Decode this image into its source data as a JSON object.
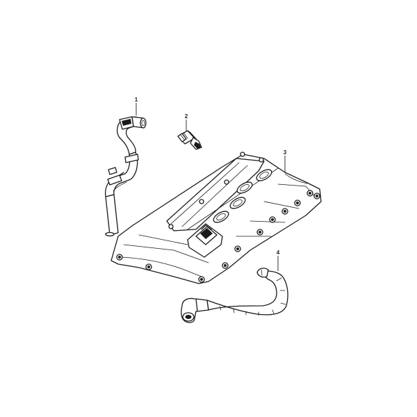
{
  "callouts": [
    {
      "id": 1,
      "label": "1",
      "part": "upper-breather-hose"
    },
    {
      "id": 2,
      "label": "2",
      "part": "oil-pressure-sensor"
    },
    {
      "id": 3,
      "label": "3",
      "part": "cylinder-head-cover"
    },
    {
      "id": 4,
      "label": "4",
      "part": "pcv-hose"
    }
  ],
  "colors": {
    "line": "#1a1a1a",
    "fill": "#ffffff"
  }
}
